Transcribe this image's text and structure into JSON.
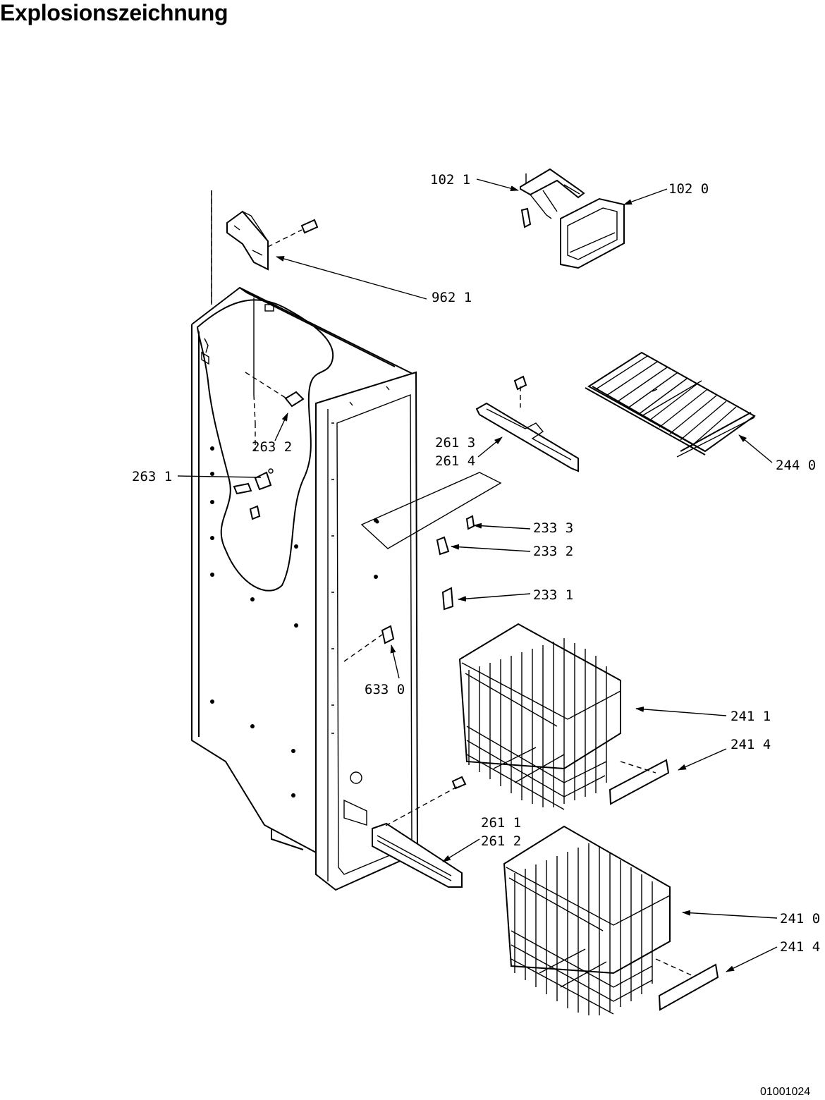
{
  "page": {
    "title": "Explosionszeichnung",
    "drawing_code": "01001024"
  },
  "callouts": {
    "c102_1": "102 1",
    "c102_0": "102 0",
    "c962_1": "962 1",
    "c263_2": "263 2",
    "c263_1": "263 1",
    "c261_3": "261 3",
    "c261_4": "261 4",
    "c244_0": "244 0",
    "c233_3": "233 3",
    "c233_2": "233 2",
    "c233_1": "233 1",
    "c633_0": "633 0",
    "c241_1": "241 1",
    "c241_4a": "241 4",
    "c261_1": "261 1",
    "c261_2": "261 2",
    "c241_0": "241 0",
    "c241_4b": "241 4"
  }
}
